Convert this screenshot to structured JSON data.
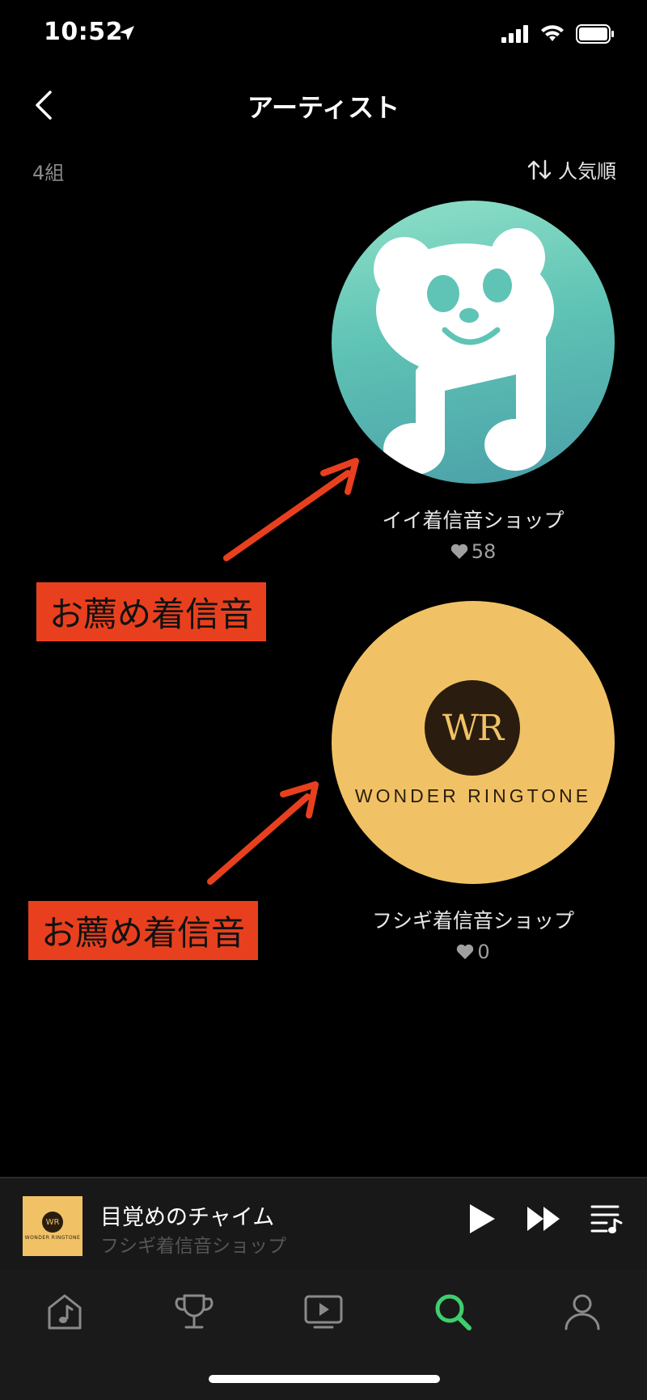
{
  "status": {
    "time": "10:52"
  },
  "nav": {
    "title": "アーティスト"
  },
  "subheader": {
    "count": "4組",
    "sort_label": "人気順"
  },
  "artists": [
    {
      "name": "イイ着信音ショップ",
      "likes": "58"
    },
    {
      "name": "フシギ着信音ショップ",
      "likes": "0",
      "logo_initials": "WR",
      "logo_text": "WONDER RINGTONE"
    }
  ],
  "annotations": [
    {
      "label": "お薦め着信音"
    },
    {
      "label": "お薦め着信音"
    }
  ],
  "now_playing": {
    "title": "目覚めのチャイム",
    "artist": "フシギ着信音ショップ",
    "art_initials": "WR",
    "art_text": "WONDER RINGTONE"
  },
  "tabs": [
    {
      "id": "home",
      "icon": "music-note-house-icon"
    },
    {
      "id": "ranking",
      "icon": "trophy-icon"
    },
    {
      "id": "video",
      "icon": "play-screen-icon"
    },
    {
      "id": "search",
      "icon": "search-icon",
      "active": true
    },
    {
      "id": "account",
      "icon": "user-icon"
    }
  ],
  "colors": {
    "accent": "#3ecf6e",
    "annotation": "#e8401e",
    "wr_yellow": "#f1c265"
  }
}
